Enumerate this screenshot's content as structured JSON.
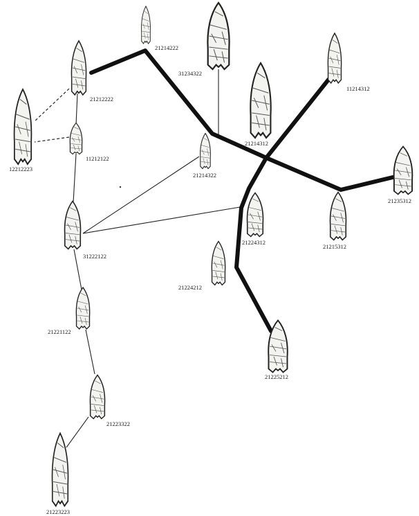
{
  "points": [
    {
      "id": "21214222",
      "label": "21214222"
    },
    {
      "id": "31234322",
      "label": "31234322"
    },
    {
      "id": "11214312",
      "label": "11214312"
    },
    {
      "id": "21212222",
      "label": "21212222"
    },
    {
      "id": "12212223",
      "label": "12212223"
    },
    {
      "id": "11212122",
      "label": "11212122"
    },
    {
      "id": "21214312",
      "label": "21214312"
    },
    {
      "id": "21214322",
      "label": "21214322"
    },
    {
      "id": "21235312",
      "label": "21235312"
    },
    {
      "id": "31222122",
      "label": "31222122"
    },
    {
      "id": "21224312",
      "label": "21224312"
    },
    {
      "id": "21215312",
      "label": "21215312"
    },
    {
      "id": "21224212",
      "label": "21224212"
    },
    {
      "id": "21221122",
      "label": "21221122"
    },
    {
      "id": "21225212",
      "label": "21225212"
    },
    {
      "id": "21223322",
      "label": "21223322"
    },
    {
      "id": "21223223",
      "label": "21223223"
    }
  ],
  "links": [
    {
      "from": "21212222",
      "to": "12212223",
      "style": "dashed"
    },
    {
      "from": "11212122",
      "to": "12212223",
      "style": "dashed"
    },
    {
      "from": "21212222",
      "to": "11212122",
      "style": "thin"
    },
    {
      "from": "11212122",
      "to": "31222122",
      "style": "thin"
    },
    {
      "from": "31222122",
      "to": "21214322",
      "style": "thin"
    },
    {
      "from": "31222122",
      "to": "21224312",
      "style": "thin"
    },
    {
      "from": "31222122",
      "to": "21221122",
      "style": "thin"
    },
    {
      "from": "21221122",
      "to": "21223322",
      "style": "thin"
    },
    {
      "from": "21223322",
      "to": "21223223",
      "style": "thin"
    },
    {
      "from": "31234322",
      "to": "junction-a",
      "style": "thin"
    }
  ],
  "thick_paths": [
    "upper-branch",
    "right-branch",
    "lower-branch"
  ]
}
